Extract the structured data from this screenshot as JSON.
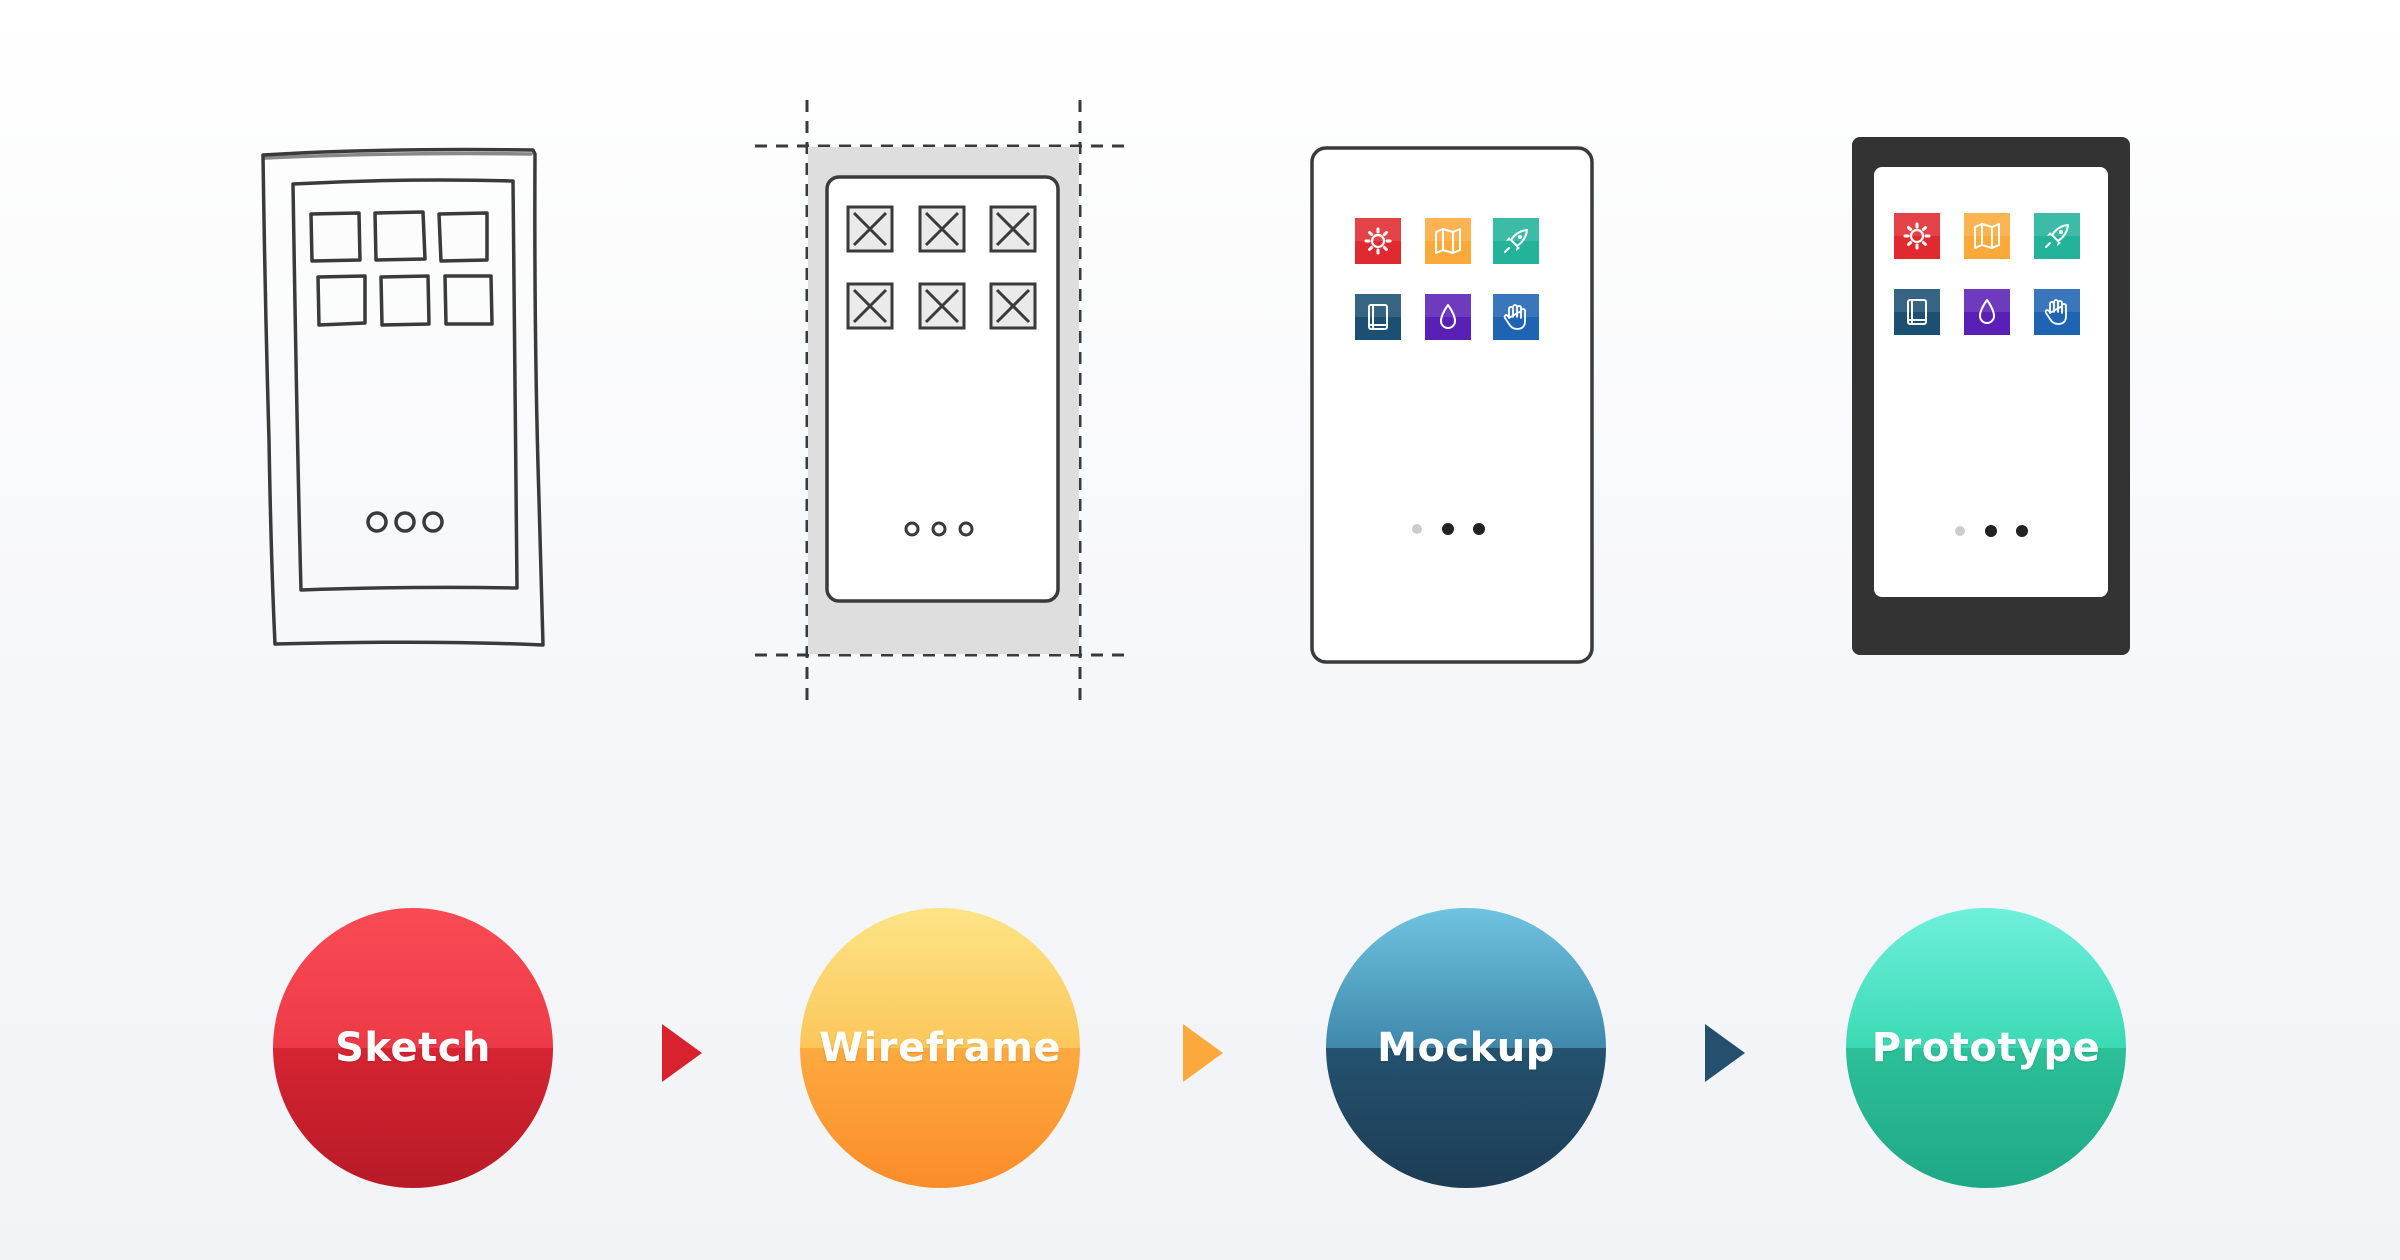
{
  "stages": [
    {
      "id": "sketch",
      "label": "Sketch",
      "colors": {
        "top_a": "#f94b55",
        "top_b": "#ed3a47",
        "bottom_a": "#d62432",
        "bottom_b": "#b81a27"
      }
    },
    {
      "id": "wireframe",
      "label": "Wireframe",
      "colors": {
        "top_a": "#fde487",
        "top_b": "#fcc75a",
        "bottom_a": "#fdaa3f",
        "bottom_b": "#fb8c2a"
      }
    },
    {
      "id": "mockup",
      "label": "Mockup",
      "colors": {
        "top_a": "#6fc4e0",
        "top_b": "#3f88ac",
        "bottom_a": "#24526f",
        "bottom_b": "#1d3c55"
      }
    },
    {
      "id": "prototype",
      "label": "Prototype",
      "colors": {
        "top_a": "#6ff0dc",
        "top_b": "#3bd9b4",
        "bottom_a": "#2cc099",
        "bottom_b": "#1fa885"
      }
    }
  ],
  "arrows": [
    {
      "color": "#d8232f"
    },
    {
      "color": "#fba93c"
    },
    {
      "color": "#24506d"
    }
  ],
  "app_icons": [
    {
      "name": "gear-icon",
      "color": "#e02a2f"
    },
    {
      "name": "map-icon",
      "color": "#fbaa3a"
    },
    {
      "name": "rocket-icon",
      "color": "#22b39a"
    },
    {
      "name": "book-icon",
      "color": "#1d4f73"
    },
    {
      "name": "drop-icon",
      "color": "#5a1fb5"
    },
    {
      "name": "hand-icon",
      "color": "#1f64b3"
    }
  ],
  "prototype_frame_color": "#333333",
  "page_dots": {
    "inactive": "#cccccc",
    "active": "#222222"
  }
}
